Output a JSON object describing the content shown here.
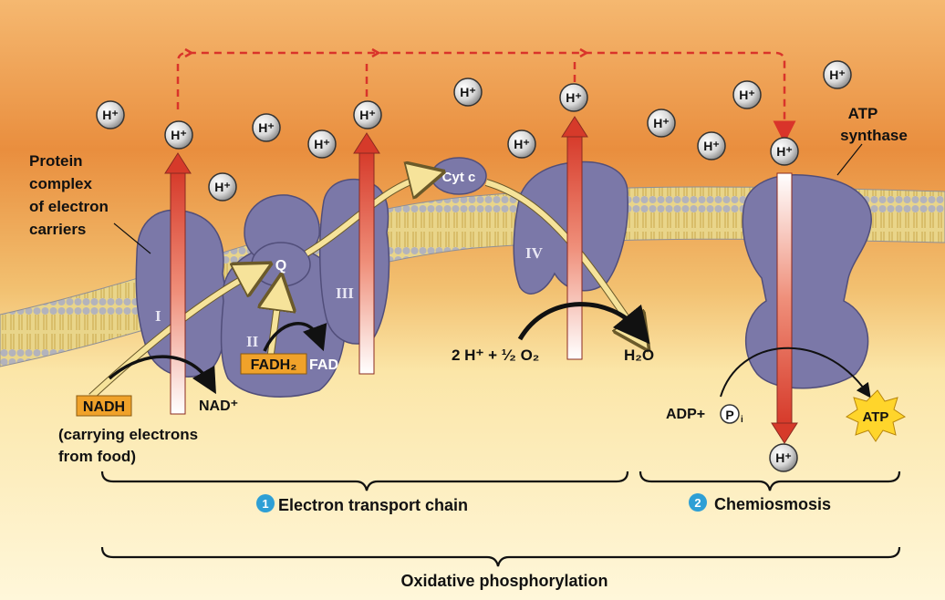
{
  "labels": {
    "protein_complex": [
      "Protein",
      "complex",
      "of electron",
      "carriers"
    ],
    "atp_synthase": [
      "ATP",
      "synthase"
    ],
    "cyt_c": "Cyt c",
    "q": "Q",
    "complex_I": "I",
    "complex_II": "II",
    "complex_III": "III",
    "complex_IV": "IV",
    "nadh": "NADH",
    "nadh_note": [
      "(carrying electrons",
      "from food)"
    ],
    "nad_plus": "NAD⁺",
    "fadh2": "FADH₂",
    "fad": "FAD",
    "oxygen_reaction": "2 H⁺ + ¹⁄₂ O₂",
    "water": "H₂O",
    "adp_pi": "ADP+",
    "pi": "P",
    "pi_sub": "i",
    "atp": "ATP",
    "h_ion": "H⁺"
  },
  "sections": {
    "etc": {
      "step": "1",
      "label": "Electron transport chain"
    },
    "chemiosmosis": {
      "step": "2",
      "label": "Chemiosmosis"
    },
    "overall": "Oxidative phosphorylation"
  },
  "colors": {
    "intermembrane": "#e8893a",
    "matrix": "#fbe7a6",
    "protein": "#7b78a8",
    "proton_arrow": "#d94030",
    "electron_path": "#f6e39a",
    "step_badge": "#2e9fd5",
    "label_box": "#f0a22a",
    "atp_star": "#ffd52b"
  }
}
